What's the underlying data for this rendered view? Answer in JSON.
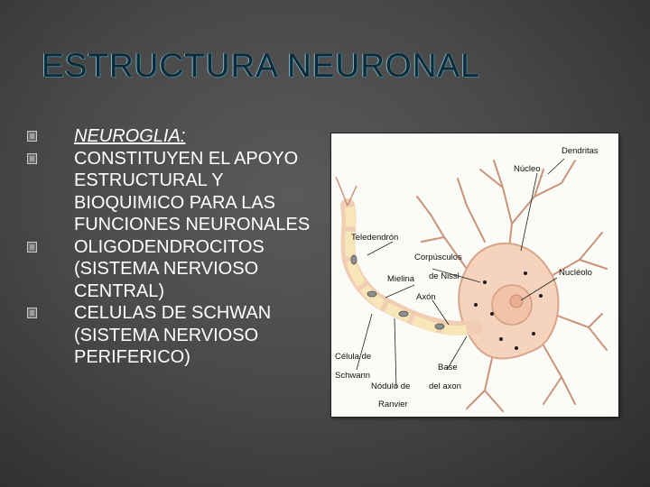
{
  "slide": {
    "title": "ESTRUCTURA NEURONAL",
    "bullets": [
      {
        "text": "NEUROGLIA:",
        "style": "heading"
      },
      {
        "text": "CONSTITUYEN EL APOYO ESTRUCTURAL Y  BIOQUIMICO PARA LAS FUNCIONES NEURONALES",
        "style": "normal"
      },
      {
        "text": "OLIGODENDROCITOS (SISTEMA NERVIOSO CENTRAL)",
        "style": "normal"
      },
      {
        "text": "CELULAS DE SCHWAN (SISTEMA NERVIOSO PERIFERICO)",
        "style": "normal"
      }
    ],
    "bullet_icon": "square-bullet-icon"
  },
  "figure": {
    "labels": {
      "dendritas": "Dendritas",
      "nucleo": "Núcleo",
      "teledendron": "Teledendrón",
      "corpusculos_1": "Corpúsculos",
      "corpusculos_2": "de Nissl",
      "mielina": "Mielina",
      "nucleolo": "Nucléolo",
      "axon": "Axón",
      "celula_1": "Célula de",
      "celula_2": "Schwann",
      "nodulo_1": "Nódulo de",
      "nodulo_2": "Ranvier",
      "base_1": "Base",
      "base_2": "del axon"
    },
    "colors": {
      "cell": "#f6d3bc",
      "cell_outline": "#d9a58a",
      "myelin": "#f7e7b8",
      "line": "#222222"
    }
  }
}
